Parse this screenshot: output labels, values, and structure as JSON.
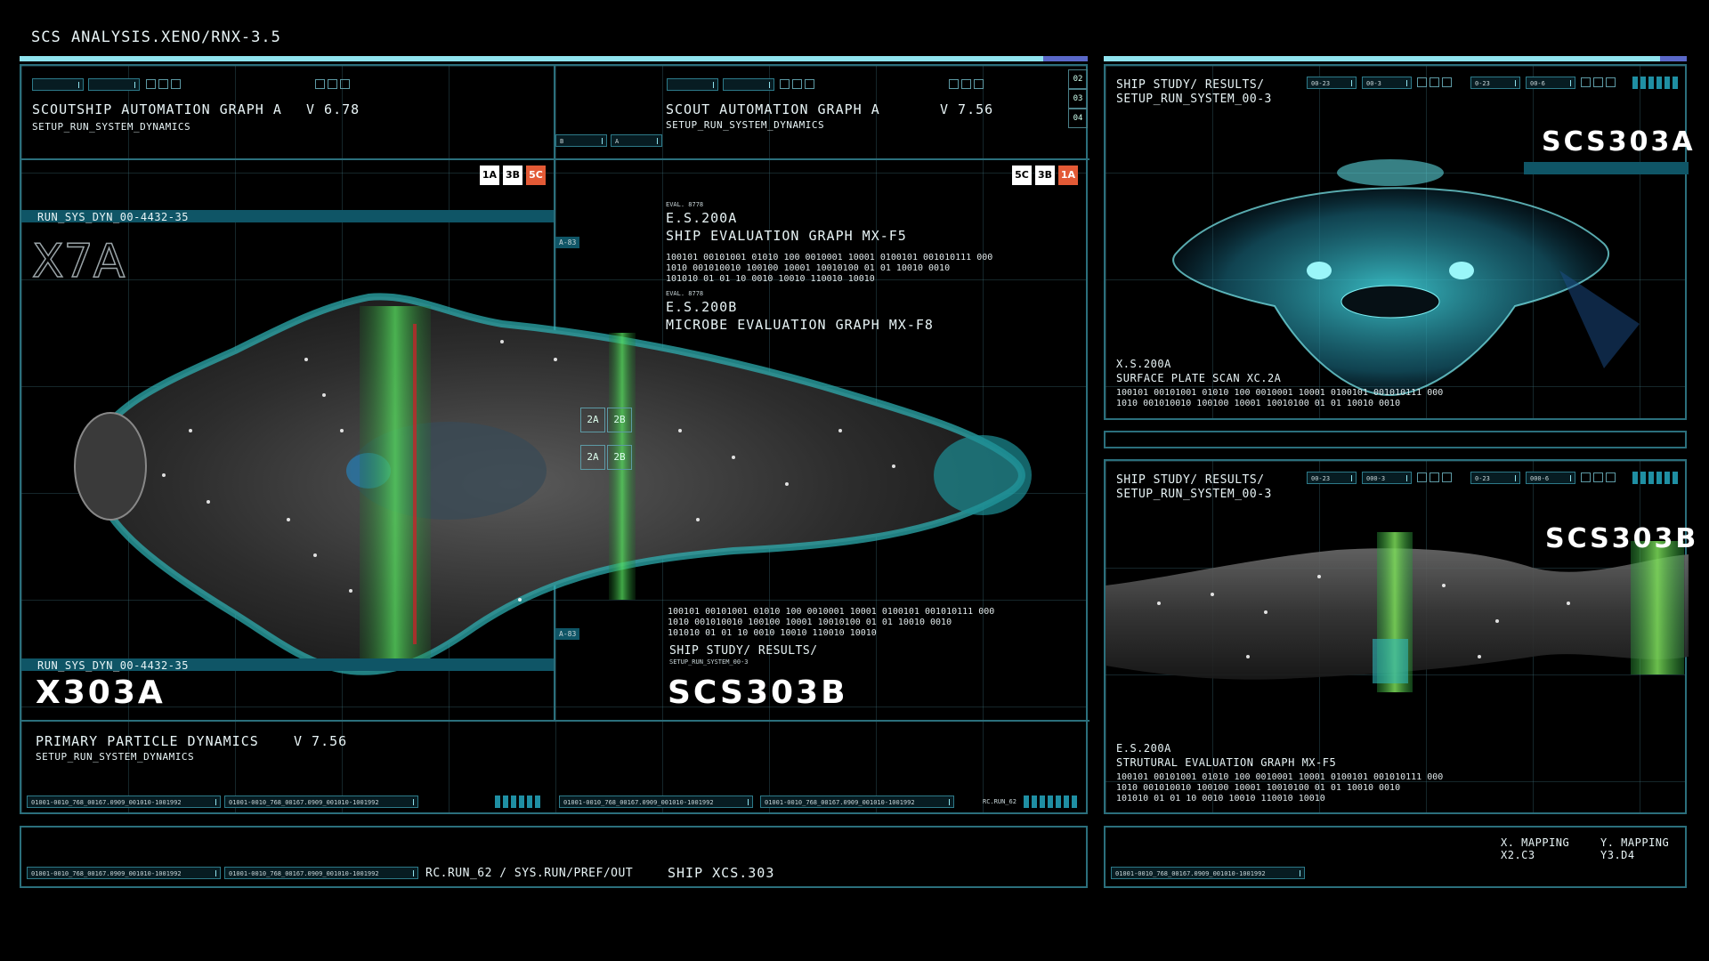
{
  "app_title": "SCS ANALYSIS.XENO/RNX-3.5",
  "main": {
    "left_header": {
      "title": "SCOUTSHIP AUTOMATION GRAPH A",
      "version": "V 6.78",
      "subtitle": "SETUP_RUN_SYSTEM_DYNAMICS"
    },
    "right_header": {
      "title": "SCOUT AUTOMATION GRAPH A",
      "version": "V 7.56",
      "subtitle": "SETUP_RUN_SYSTEM_DYNAMICS"
    },
    "mid_fields": {
      "b": "B",
      "a": "A"
    },
    "side_numbers": [
      "02",
      "03",
      "04"
    ],
    "left_tags": [
      "1A",
      "3B",
      "5C"
    ],
    "right_tags": [
      "5C",
      "3B",
      "1A"
    ],
    "run_label_top": "RUN_SYS_DYN_00-4432-35",
    "run_label_bottom": "RUN_SYS_DYN_00-4432-35",
    "outline_id": "X7A",
    "marker_top": "A-83",
    "marker_bottom": "A-83",
    "cells": [
      "2A",
      "2B",
      "2A",
      "2B"
    ],
    "eval1": {
      "small": "EVAL. 8778",
      "code": "E.S.200A",
      "title": "SHIP EVALUATION GRAPH MX-F5",
      "binary": "100101 00101001 01010 100 0010001 10001 0100101 001010111 000\n1010 001010010 100100 10001 10010100 01 01 10010 0010\n101010 01 01 10 0010 10010 110010 10010"
    },
    "eval2": {
      "small": "EVAL. 8778",
      "code": "E.S.200B",
      "title": "MICROBE EVALUATION GRAPH MX-F8"
    },
    "binary_lower": "100101 00101001 01010 100 0010001 10001 0100101 001010111 000\n1010 001010010 100100 10001 10010100 01 01 10010 0010\n101010 01 01 10 0010 10010 110010 10010",
    "ship_study": {
      "title": "SHIP STUDY/ RESULTS/",
      "sub": "SETUP_RUN_SYSTEM_00-3"
    },
    "big_left": "X303A",
    "big_right": "SCS303B",
    "footer": {
      "title": "PRIMARY PARTICLE DYNAMICS",
      "version": "V 7.56",
      "subtitle": "SETUP_RUN_SYSTEM_DYNAMICS"
    },
    "data_fields": [
      "01001-0010_768_00167.0909_001010-1001992",
      "01001-0010_768_00167.0909_001010-1001992",
      "01001-0010_768_00167.0909_001010-1001992",
      "01001-0010_768_00167.0909_001010-1001992"
    ],
    "rc_small": "RC.RUN_62"
  },
  "bottom_bar": {
    "fields": [
      "01001-0010_768_00167.0909_001010-1001992",
      "01001-0010_768_00167.0909_001010-1001992"
    ],
    "path": "RC.RUN_62 / SYS.RUN/PREF/OUT",
    "ship": "SHIP XCS.303"
  },
  "right_top": {
    "title": "SHIP STUDY/ RESULTS/",
    "sub": "SETUP_RUN_SYSTEM_00-3",
    "fields": [
      "00-23",
      "00-3",
      "0-23",
      "00-6"
    ],
    "big": "SCS303A",
    "code": "X.S.200A",
    "scan": "SURFACE PLATE SCAN XC.2A",
    "binary": "100101 00101001 01010 100 0010001 10001 0100101 001010111 000\n1010 001010010 100100 10001 10010100 01 01 10010 0010"
  },
  "right_mid": {
    "title": "SHIP STUDY/ RESULTS/",
    "sub": "SETUP_RUN_SYSTEM_00-3",
    "fields": [
      "00-23",
      "000-3",
      "0-23",
      "000-6"
    ],
    "big": "SCS303B",
    "code": "E.S.200A",
    "graph": "STRUTURAL EVALUATION GRAPH MX-F5",
    "binary": "100101 00101001 01010 100 0010001 10001 0100101 001010111 000\n1010 001010010 100100 10001 10010100 01 01 10010 0010\n101010 01 01 10 0010 10010 110010 10010"
  },
  "right_bottom": {
    "field": "01001-0010_768_00167.0909_001010-1001992",
    "x_mapping_label": "X. MAPPING",
    "x_mapping_value": "X2.C3",
    "y_mapping_label": "Y. MAPPING",
    "y_mapping_value": "Y3.D4"
  },
  "colors": {
    "accent": "#8fe3ee",
    "frame": "#2b6f7c",
    "alert": "#e35a36",
    "scan_green": "#3fbf4a",
    "hull_teal": "#2fb7b9"
  }
}
